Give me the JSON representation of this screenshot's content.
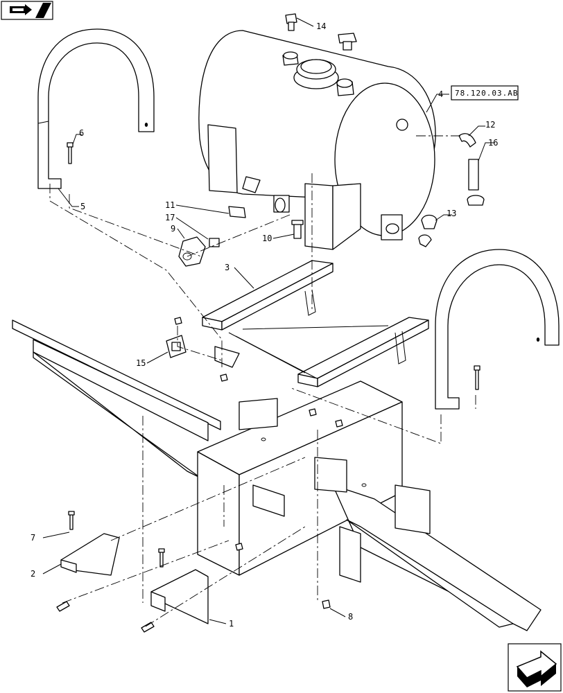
{
  "diagram": {
    "reference_link": "78.120.03.AB",
    "callouts": {
      "c1": "1",
      "c2": "2",
      "c3": "3",
      "c4": "4",
      "c5": "5",
      "c6": "6",
      "c7": "7",
      "c8": "8",
      "c9": "9",
      "c10": "10",
      "c11": "11",
      "c12": "12",
      "c13": "13",
      "c14": "14",
      "c15": "15",
      "c16": "16",
      "c17": "17"
    }
  },
  "icons": {
    "top_left": "book-arrow-icon",
    "bottom_right": "next-page-arrow-icon"
  }
}
